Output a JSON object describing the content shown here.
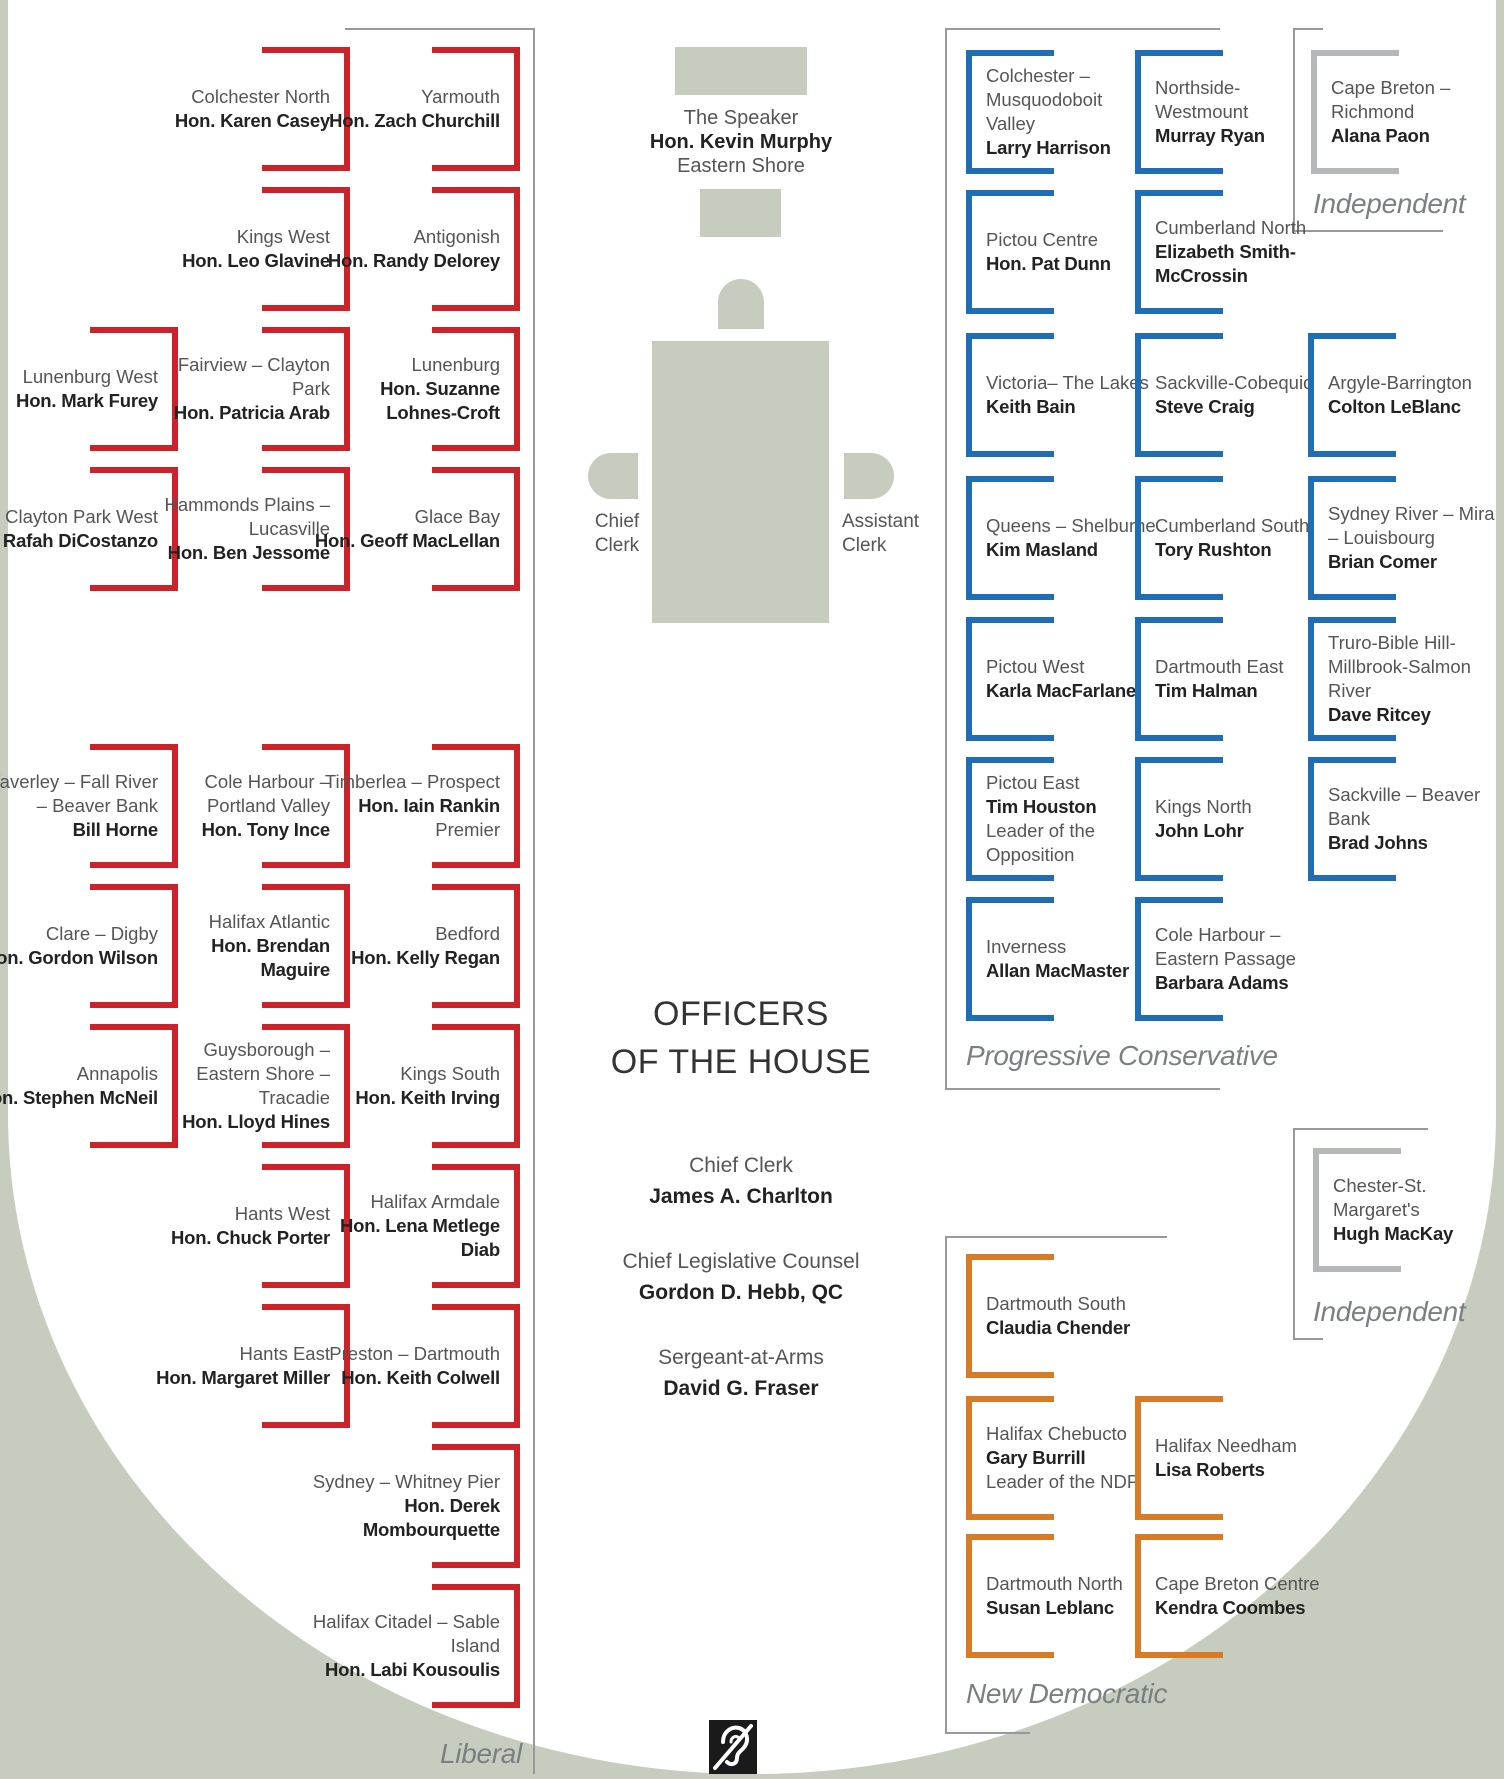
{
  "speaker": {
    "label": "The Speaker",
    "name": "Hon. Kevin Murphy",
    "district": "Eastern Shore"
  },
  "chief_clerk_seat": {
    "line1": "Chief",
    "line2": "Clerk"
  },
  "assistant_clerk_seat": {
    "line1": "Assistant",
    "line2": "Clerk"
  },
  "officers": {
    "title_line1": "OFFICERS",
    "title_line2": "OF THE HOUSE",
    "chief_clerk": {
      "role": "Chief Clerk",
      "name": "James A. Charlton"
    },
    "legislative_counsel": {
      "role": "Chief Legislative Counsel",
      "name": "Gordon D. Hebb, QC"
    },
    "sergeant": {
      "role": "Sergeant-at-Arms",
      "name": "David G. Fraser"
    }
  },
  "parties": {
    "liberal": "Liberal",
    "pc": "Progressive Conservative",
    "ndp": "New Democratic",
    "independent_1": "Independent",
    "independent_2": "Independent"
  },
  "liberal": {
    "s1": {
      "district": "Colchester North",
      "name": "Hon. Karen Casey"
    },
    "s2": {
      "district": "Yarmouth",
      "name": "Hon. Zach Churchill"
    },
    "s3": {
      "district": "Kings West",
      "name": "Hon. Leo Glavine"
    },
    "s4": {
      "district": "Antigonish",
      "name": "Hon. Randy Delorey"
    },
    "s5": {
      "district": "Lunenburg West",
      "name": "Hon. Mark Furey"
    },
    "s6": {
      "district": "Fairview – Clayton Park",
      "name": "Hon. Patricia Arab"
    },
    "s7": {
      "district": "Lunenburg",
      "name": "Hon. Suzanne Lohnes-Croft"
    },
    "s8": {
      "district": "Clayton Park West",
      "name": "Rafah DiCostanzo"
    },
    "s9": {
      "district": "Hammonds Plains – Lucasville",
      "name": "Hon. Ben Jessome"
    },
    "s10": {
      "district": "Glace Bay",
      "name": "Hon. Geoff MacLellan"
    },
    "s11": {
      "district": "Waverley – Fall River – Beaver Bank",
      "name": "Bill Horne"
    },
    "s12": {
      "district": "Cole Harbour – Portland Valley",
      "name": "Hon. Tony Ince"
    },
    "s13": {
      "district": "Timberlea – Prospect",
      "name": "Hon. Iain Rankin",
      "extra": "Premier"
    },
    "s14": {
      "district": "Clare – Digby",
      "name": "Hon. Gordon Wilson"
    },
    "s15": {
      "district": "Halifax Atlantic",
      "name": "Hon. Brendan Maguire"
    },
    "s16": {
      "district": "Bedford",
      "name": "Hon. Kelly Regan"
    },
    "s17": {
      "district": "Annapolis",
      "name": "Hon. Stephen McNeil"
    },
    "s18": {
      "district": "Guysborough – Eastern Shore – Tracadie",
      "name": "Hon. Lloyd Hines"
    },
    "s19": {
      "district": "Kings South",
      "name": "Hon. Keith Irving"
    },
    "s20": {
      "district": "Hants West",
      "name": "Hon. Chuck Porter"
    },
    "s21": {
      "district": "Halifax Armdale",
      "name": "Hon. Lena Metlege Diab"
    },
    "s22": {
      "district": "Hants East",
      "name": "Hon. Margaret Miller"
    },
    "s23": {
      "district": "Preston – Dartmouth",
      "name": "Hon. Keith Colwell"
    },
    "s24": {
      "district": "Sydney – Whitney Pier",
      "name": "Hon. Derek Mombourquette"
    },
    "s25": {
      "district": "Halifax Citadel – Sable Island",
      "name": "Hon. Labi Kousoulis"
    }
  },
  "pc": {
    "s1": {
      "district": "Colchester – Musquodoboit Valley",
      "name": "Larry Harrison"
    },
    "s2": {
      "district": "Northside-Westmount",
      "name": "Murray Ryan"
    },
    "s3": {
      "district": "Pictou Centre",
      "name": "Hon. Pat Dunn"
    },
    "s4": {
      "district": "Cumberland North",
      "name": "Elizabeth Smith-McCrossin"
    },
    "s5": {
      "district": "Victoria– The Lakes",
      "name": "Keith Bain"
    },
    "s6": {
      "district": "Sackville-Cobequid",
      "name": "Steve Craig"
    },
    "s7": {
      "district": "Argyle-Barrington",
      "name": "Colton LeBlanc"
    },
    "s8": {
      "district": "Queens – Shelburne",
      "name": "Kim Masland"
    },
    "s9": {
      "district": "Cumberland South",
      "name": "Tory Rushton"
    },
    "s10": {
      "district": "Sydney River – Mira – Louisbourg",
      "name": "Brian Comer"
    },
    "s11": {
      "district": "Pictou West",
      "name": "Karla MacFarlane"
    },
    "s12": {
      "district": "Dartmouth East",
      "name": "Tim Halman"
    },
    "s13": {
      "district": "Truro-Bible Hill-Millbrook-Salmon River",
      "name": "Dave Ritcey"
    },
    "s14": {
      "district": "Pictou East",
      "name": "Tim Houston",
      "extra": "Leader of the Opposition"
    },
    "s15": {
      "district": "Kings North",
      "name": "John Lohr"
    },
    "s16": {
      "district": "Sackville – Beaver Bank",
      "name": "Brad Johns"
    },
    "s17": {
      "district": "Inverness",
      "name": "Allan MacMaster"
    },
    "s18": {
      "district": "Cole Harbour – Eastern Passage",
      "name": "Barbara Adams"
    }
  },
  "ndp": {
    "s1": {
      "district": "Dartmouth South",
      "name": "Claudia Chender"
    },
    "s2": {
      "district": "Halifax Chebucto",
      "name": "Gary Burrill",
      "extra": "Leader of the NDP"
    },
    "s3": {
      "district": "Halifax Needham",
      "name": "Lisa Roberts"
    },
    "s4": {
      "district": "Dartmouth North",
      "name": "Susan Leblanc"
    },
    "s5": {
      "district": "Cape Breton Centre",
      "name": "Kendra Coombes"
    }
  },
  "independent": {
    "s1": {
      "district": "Cape Breton – Richmond",
      "name": "Alana Paon"
    },
    "s2": {
      "district": "Chester-St. Margaret's",
      "name": "Hugh MacKay"
    }
  },
  "colors": {
    "liberal": "#cc2229",
    "pc": "#1f6db5",
    "ndp": "#d87b27",
    "independent": "#b5b8bb",
    "table": "#c6cdbf"
  },
  "icons": [
    "accessibility-hearing-icon"
  ]
}
